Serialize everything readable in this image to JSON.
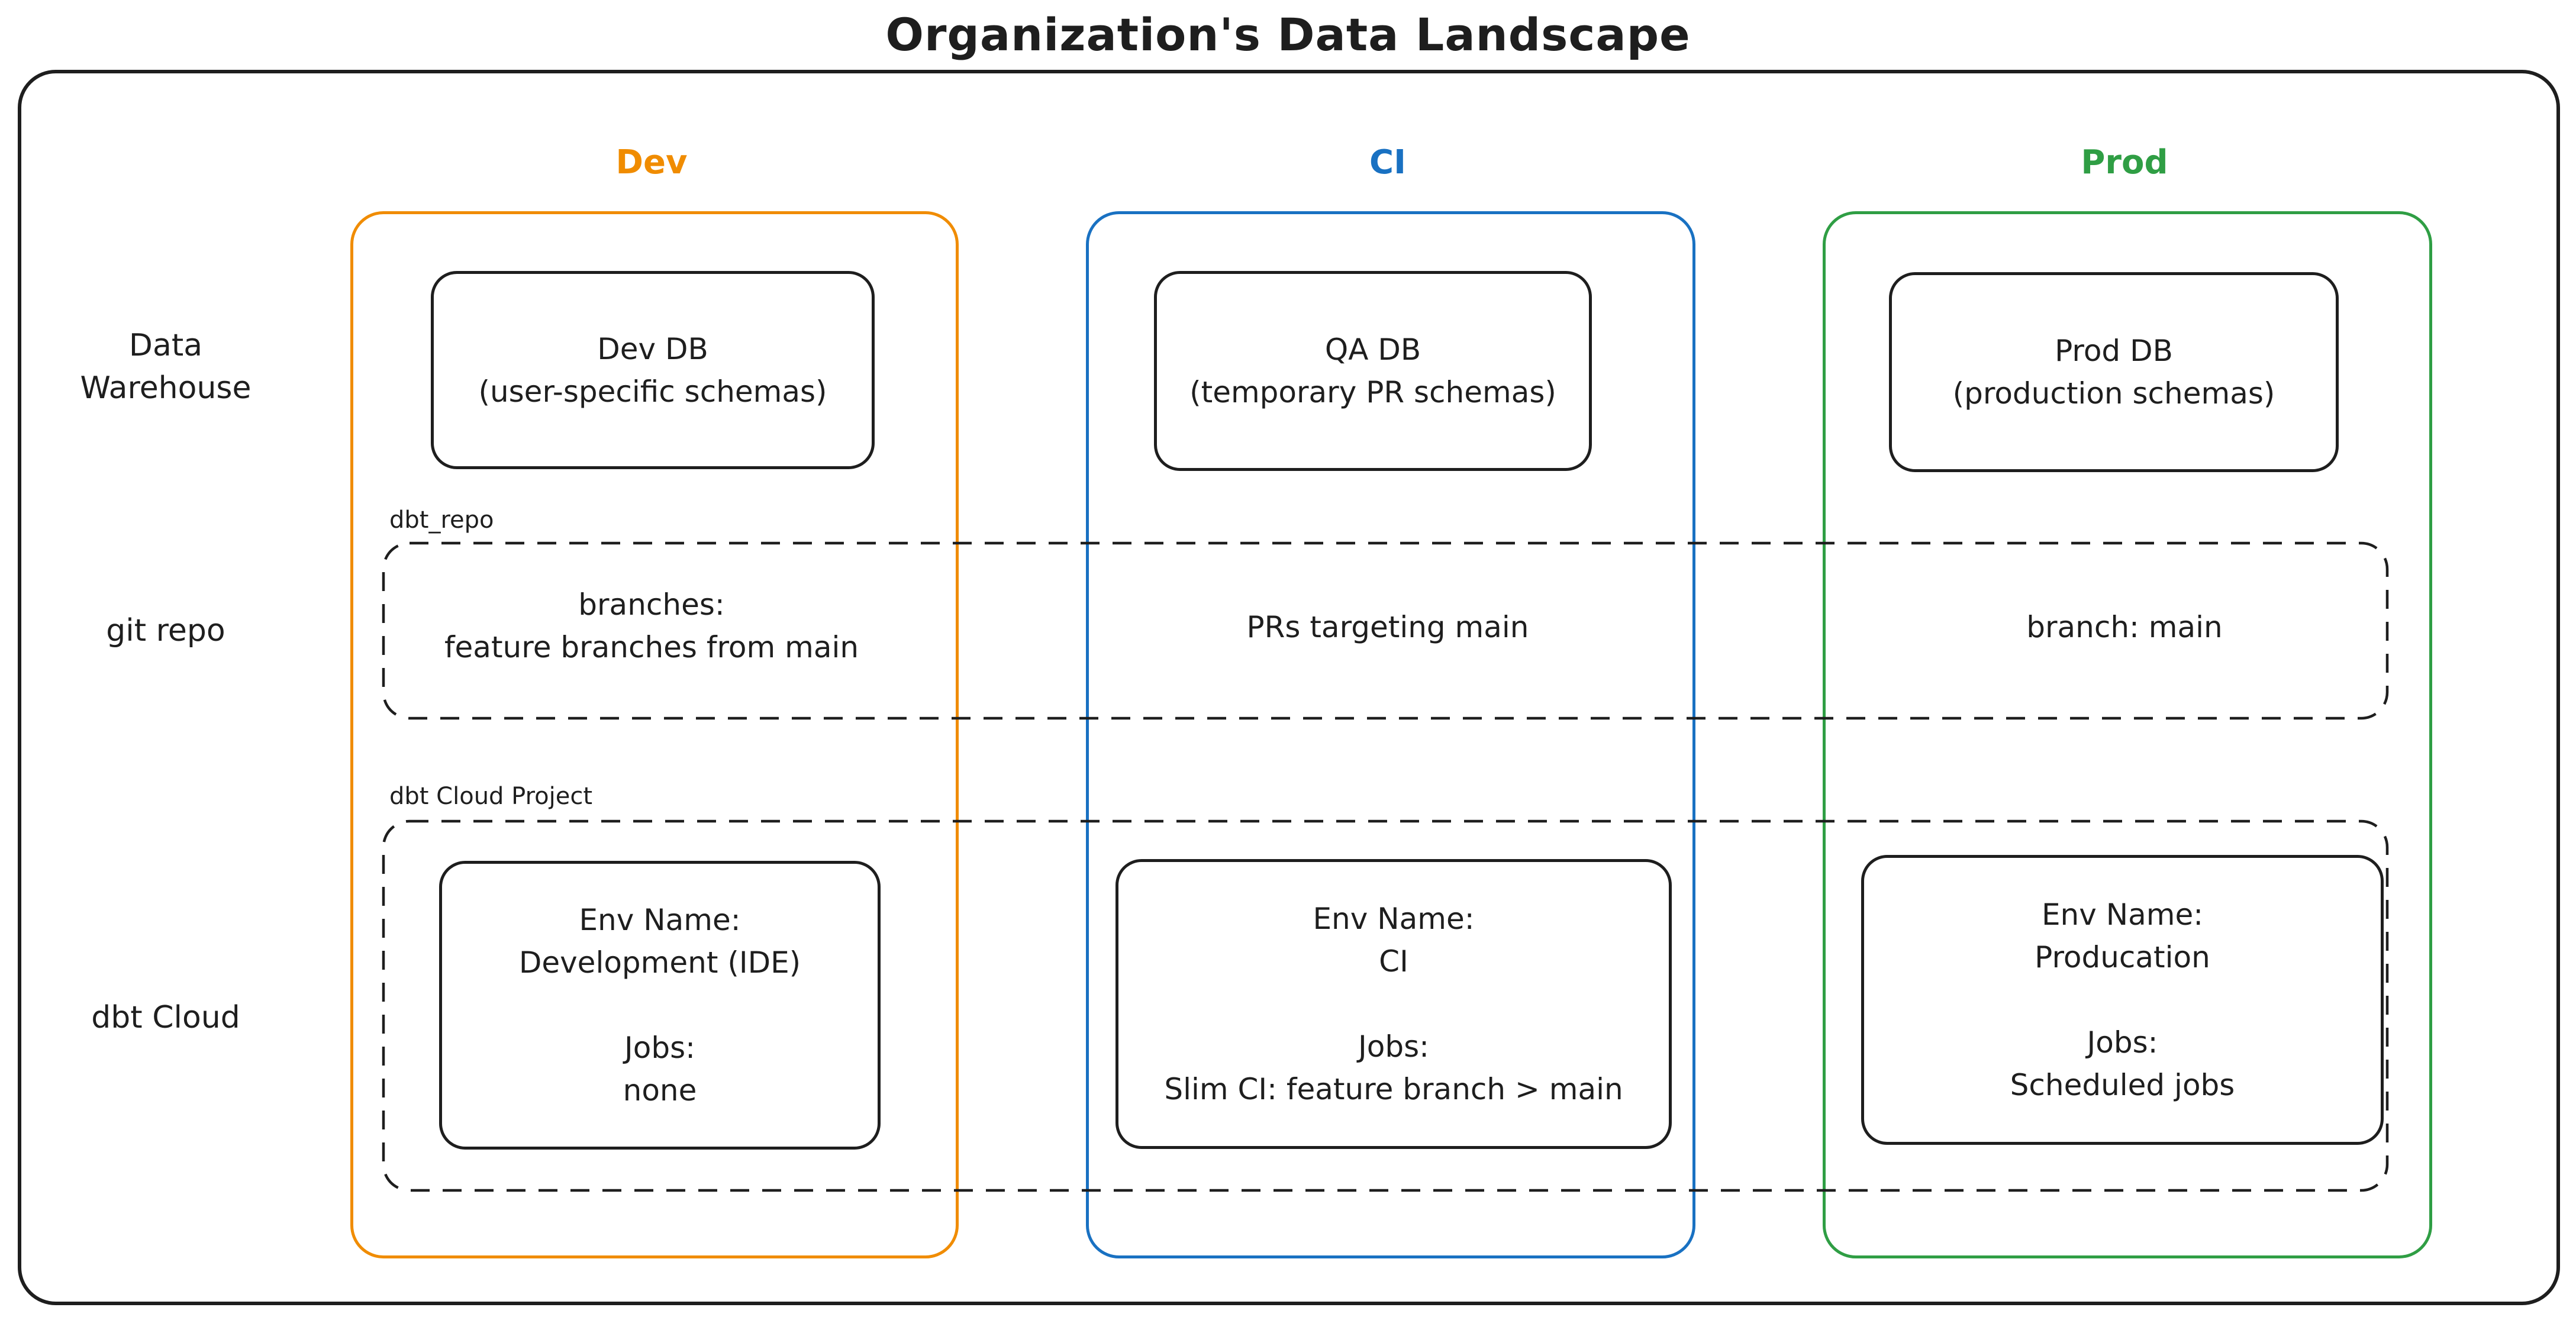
{
  "title": "Organization's Data Landscape",
  "colors": {
    "ink": "#1e1e1e",
    "dev": "#f08c00",
    "ci": "#1971c2",
    "prod": "#2f9e44"
  },
  "columns": [
    {
      "id": "dev",
      "label": "Dev",
      "color": "#f08c00"
    },
    {
      "id": "ci",
      "label": "CI",
      "color": "#1971c2"
    },
    {
      "id": "prod",
      "label": "Prod",
      "color": "#2f9e44"
    }
  ],
  "rows": [
    "Data\nWarehouse",
    "git repo",
    "dbt Cloud"
  ],
  "warehouse_row": {
    "dev_db": "Dev DB\n(user-specific schemas)",
    "qa_db": "QA DB\n(temporary PR schemas)",
    "prod_db": "Prod DB\n(production schemas)"
  },
  "git_row": {
    "box_label": "dbt_repo",
    "dev_text": "branches:\nfeature branches from main",
    "ci_text": "PRs targeting main",
    "prod_text": "branch: main"
  },
  "dbt_row": {
    "box_label": "dbt Cloud Project",
    "dev": {
      "env_label": "Env Name:",
      "env_value": "Development (IDE)",
      "jobs_label": "Jobs:",
      "jobs_value": "none"
    },
    "ci": {
      "env_label": "Env Name:",
      "env_value": "CI",
      "jobs_label": "Jobs:",
      "jobs_value": "Slim CI: feature branch > main"
    },
    "prod": {
      "env_label": "Env Name:",
      "env_value": "Producation",
      "jobs_label": "Jobs:",
      "jobs_value": "Scheduled jobs"
    }
  }
}
